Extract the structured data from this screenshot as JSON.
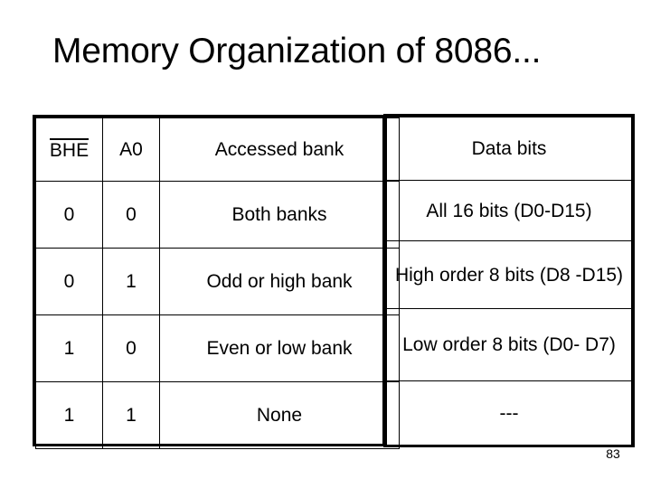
{
  "slide": {
    "title": "Memory Organization of 8086...",
    "page_number": "83",
    "text_color": "#000000",
    "background_color": "#ffffff",
    "border_color": "#000000"
  },
  "table": {
    "headers": {
      "bhe": "BHE",
      "bhe_notation": "overline-active-low",
      "a0": "A0",
      "accessed_bank": "Accessed bank",
      "data_bits": "Data bits"
    },
    "rows": [
      {
        "bhe": "0",
        "a0": "0",
        "accessed_bank": "Both banks",
        "data_bits": "All 16 bits (D0-D15)"
      },
      {
        "bhe": "0",
        "a0": "1",
        "accessed_bank": "Odd or high bank",
        "data_bits": "High order 8 bits (D8 -D15)"
      },
      {
        "bhe": "1",
        "a0": "0",
        "accessed_bank": "Even or low bank",
        "data_bits": "Low order 8 bits (D0- D7)"
      },
      {
        "bhe": "1",
        "a0": "1",
        "accessed_bank": "None",
        "data_bits": "---"
      }
    ]
  }
}
